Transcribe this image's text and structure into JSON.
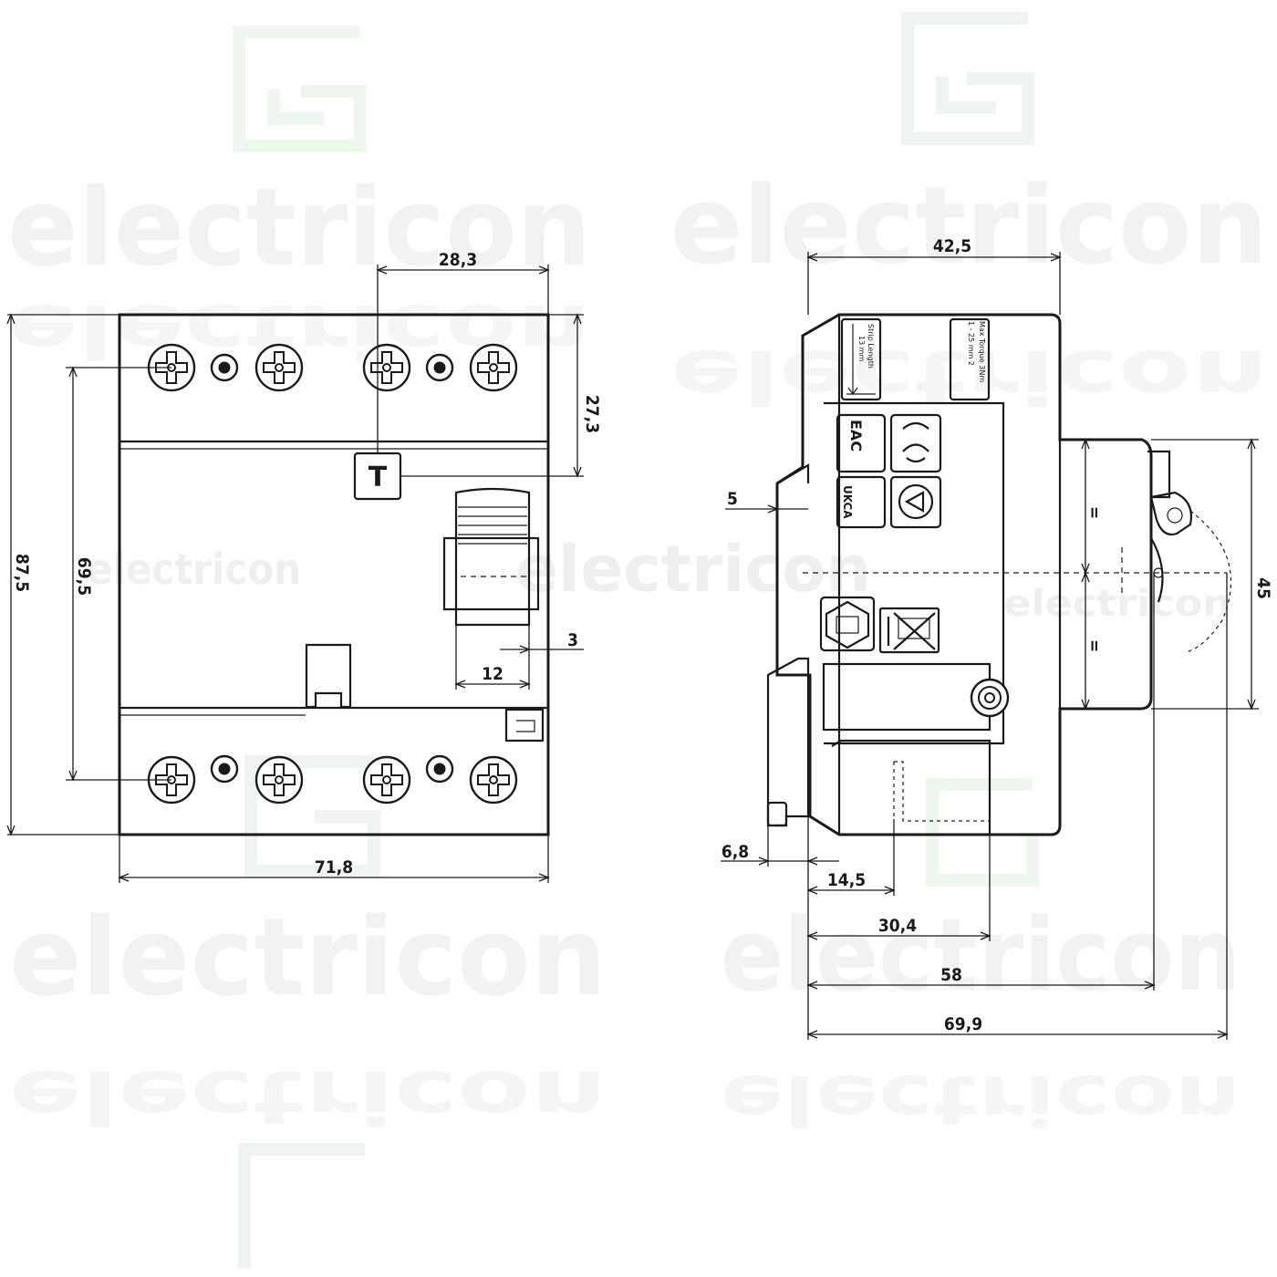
{
  "watermark": {
    "brand": "electricon"
  },
  "front_view": {
    "test_button_label": "T",
    "dimensions": {
      "width_total": "71,8",
      "height_total": "87,5",
      "terminal_spacing": "69,5",
      "test_button_offset_x": "28,3",
      "test_button_offset_y": "27,3",
      "handle_width": "12",
      "handle_offset": "3"
    }
  },
  "side_view": {
    "label_strip_length": {
      "title": "Strip Length",
      "value": "13 mm"
    },
    "label_torque": {
      "title": "Max Torque 3Nm",
      "value": "1 - 25 mm 2"
    },
    "marks": {
      "eac": "EAC",
      "ce": "CE",
      "ukca": "UKCA"
    },
    "dimensions": {
      "depth_front": "42,5",
      "rail_offset": "5",
      "rail_clip": "6,8",
      "clip_to_rail": "14,5",
      "rail_to_face": "30,4",
      "rail_to_handle": "58",
      "overall_depth": "69,9",
      "face_height": "45",
      "equal_mark_top": "=",
      "equal_mark_bottom": "="
    }
  }
}
